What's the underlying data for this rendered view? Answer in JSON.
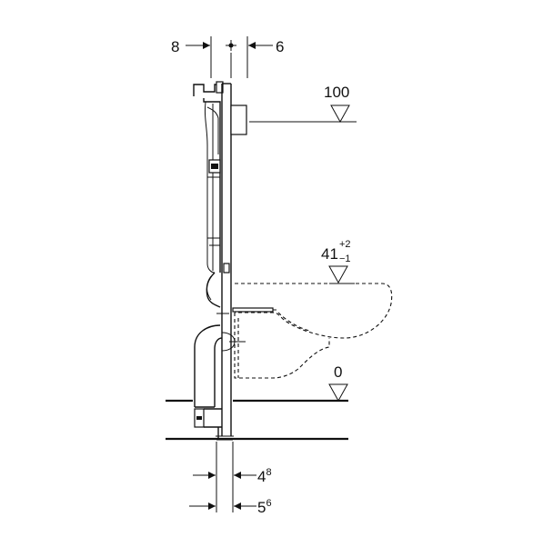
{
  "diagram": {
    "dim_top_left": "8",
    "dim_top_right": "6",
    "level_upper": "100",
    "level_middle_main": "41",
    "level_middle_sup": "+2",
    "level_middle_sub": "−1",
    "level_floor": "0",
    "dim_bottom_upper_main": "4",
    "dim_bottom_upper_sup": "8",
    "dim_bottom_lower_main": "5",
    "dim_bottom_lower_sup": "6"
  }
}
